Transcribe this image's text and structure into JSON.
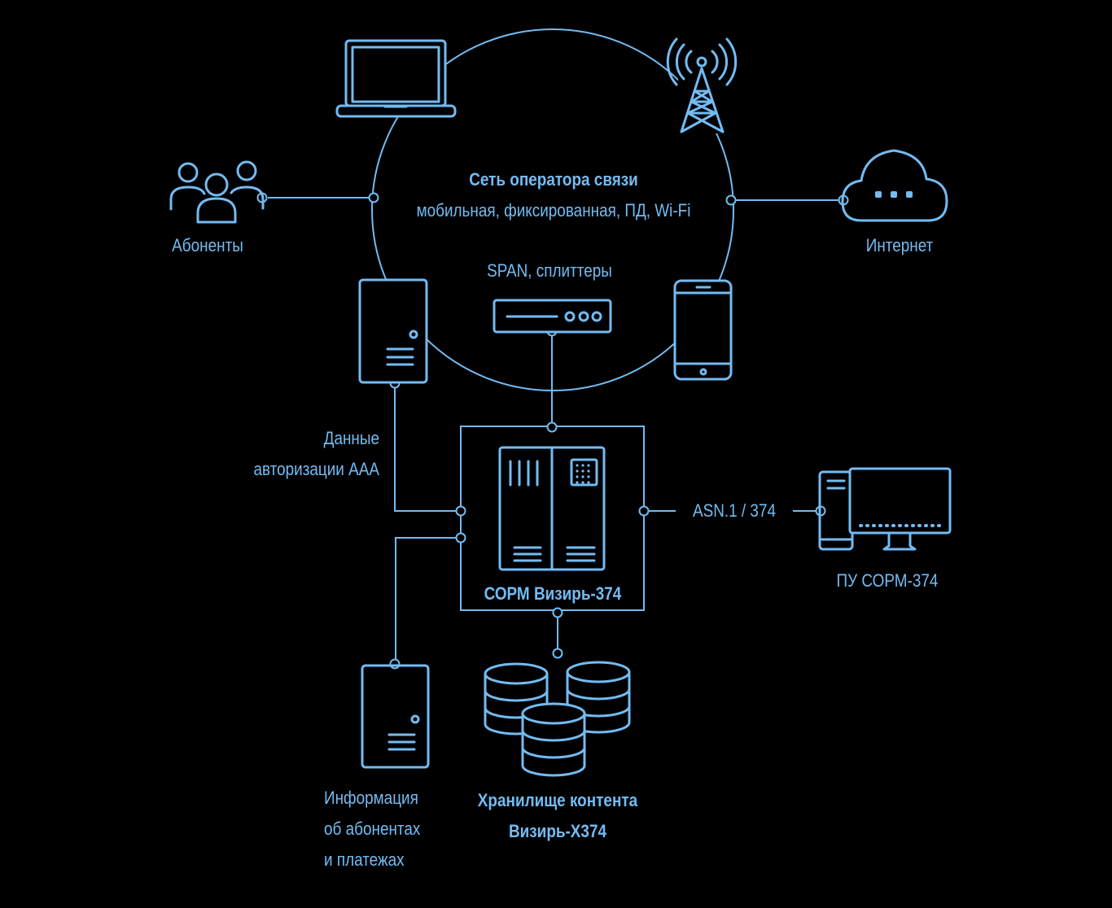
{
  "network": {
    "title": "Сеть оператора связи",
    "subtitle": "мобильная, фиксированная, ПД, Wi-Fi"
  },
  "labels": {
    "subscribers": "Абоненты",
    "internet": "Интернет",
    "span": "SPAN, сплиттеры",
    "aaa_line1": "Данные",
    "aaa_line2": "авторизации ААА",
    "protocol": "ASN.1 / 374",
    "sorm": "СОРМ Визирь-374",
    "pu": "ПУ СОРМ-374",
    "storage_line1": "Хранилище контента",
    "storage_line2": "Визирь-Х374",
    "info_line1": "Информация",
    "info_line2": "об абонентах",
    "info_line3": "и платежах"
  },
  "colors": {
    "line": "#73bbf2",
    "background": "#000000"
  },
  "icons": [
    "laptop-icon",
    "radio-tower-icon",
    "users-icon",
    "cloud-icon",
    "server-icon",
    "switch-icon",
    "smartphone-icon",
    "rack-server-icon",
    "workstation-icon",
    "database-icon"
  ]
}
